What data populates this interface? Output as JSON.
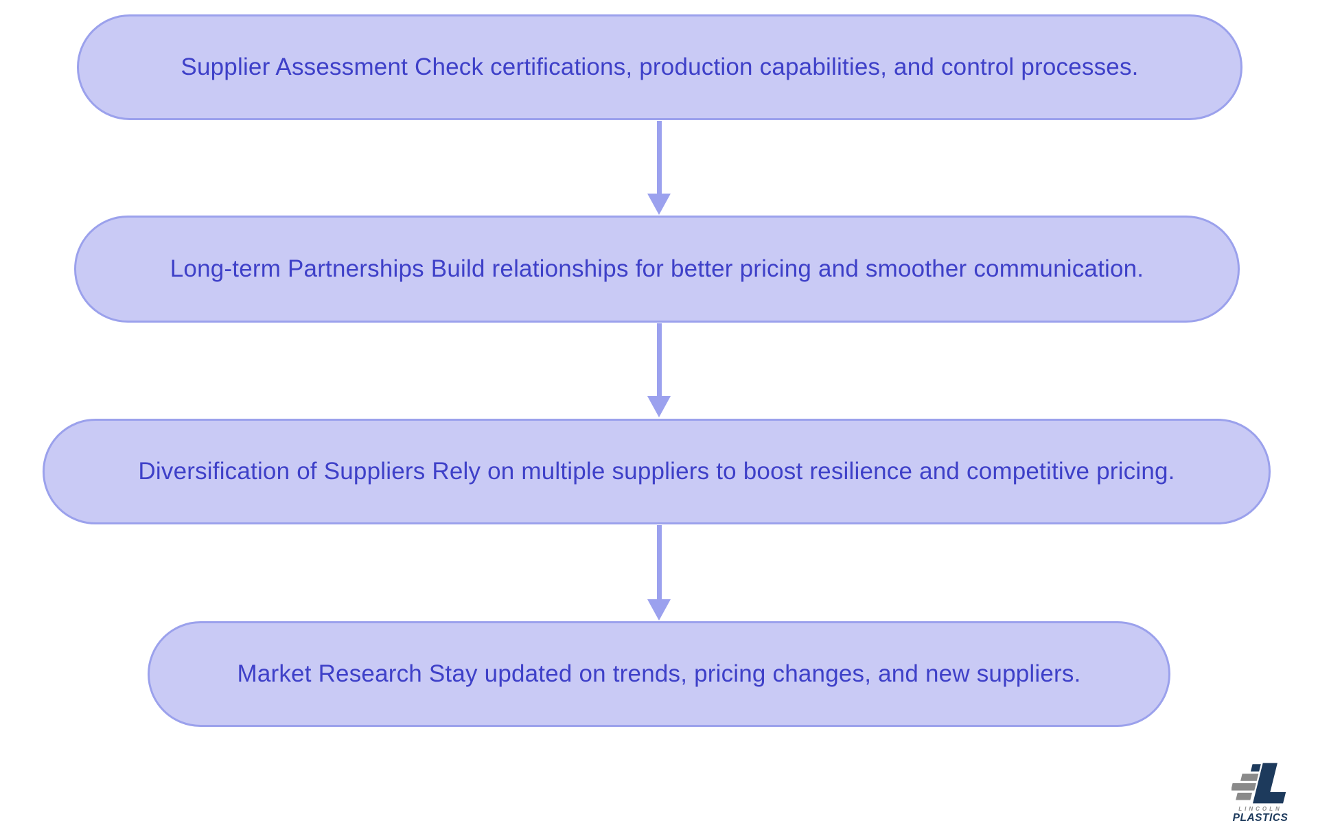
{
  "theme": {
    "page_bg": "#ffffff",
    "node_fill": "#c9caf5",
    "node_border": "#9ba1ec",
    "node_text": "#3e40c8",
    "arrow_color": "#9ba1ee",
    "logo_navy": "#1d3a5c",
    "logo_gray": "#8e8e8e"
  },
  "flowchart": {
    "nodes": [
      {
        "label": "Supplier Assessment Check certifications, production capabilities, and control processes."
      },
      {
        "label": "Long-term Partnerships Build relationships for better pricing and smoother communication."
      },
      {
        "label": "Diversification of Suppliers Rely on multiple suppliers to boost resilience and competitive pricing."
      },
      {
        "label": "Market Research Stay updated on trends, pricing changes, and new suppliers."
      }
    ],
    "connectors": [
      {
        "from": 0,
        "to": 1,
        "direction": "down"
      },
      {
        "from": 1,
        "to": 2,
        "direction": "down"
      },
      {
        "from": 2,
        "to": 3,
        "direction": "down"
      }
    ]
  },
  "logo": {
    "name_top": "LINCOLN",
    "name_bottom": "PLASTICS"
  }
}
